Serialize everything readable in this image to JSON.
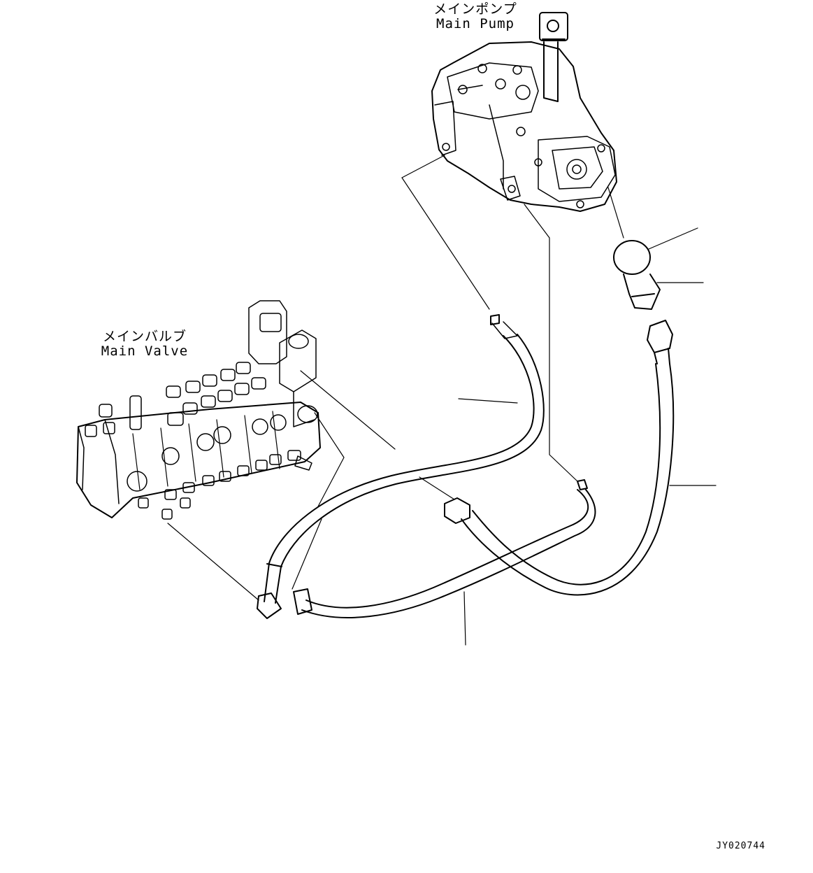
{
  "labels": {
    "main_pump_jp": "メインポンプ",
    "main_pump_en": "Main Pump",
    "main_valve_jp": "メインバルブ",
    "main_valve_en": "Main Valve"
  },
  "drawing_code": "JY020744",
  "colors": {
    "line": "#000000",
    "background": "#ffffff"
  }
}
